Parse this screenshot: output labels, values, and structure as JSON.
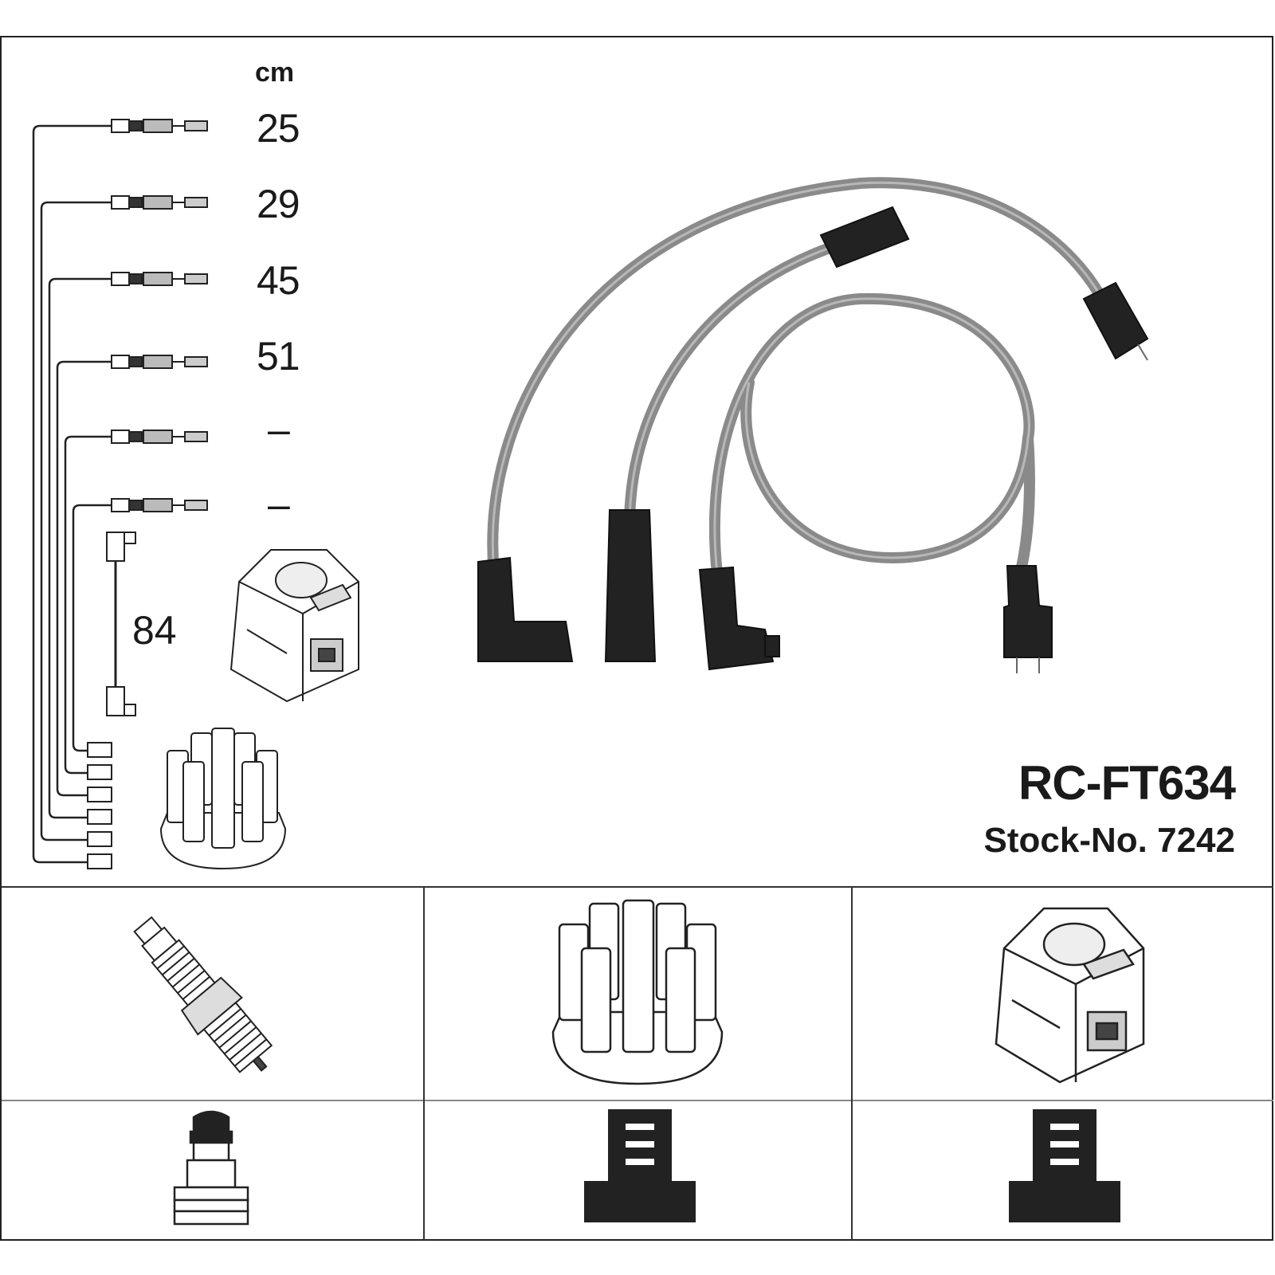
{
  "header": {
    "unit": "cm"
  },
  "lead_lengths": [
    "25",
    "29",
    "45",
    "51",
    "–",
    "–"
  ],
  "coil_lead_length": "84",
  "product": {
    "part_number": "RC-FT634",
    "stock_prefix": "Stock-No.",
    "stock_number": "7242"
  },
  "components": [
    {
      "name": "spark-plug",
      "icon": "spark-plug-icon"
    },
    {
      "name": "distributor-cap",
      "icon": "distributor-cap-icon"
    },
    {
      "name": "ignition-coil",
      "icon": "ignition-coil-icon"
    }
  ],
  "terminals": [
    {
      "name": "spark-plug-terminal",
      "icon": "plug-terminal-icon"
    },
    {
      "name": "distributor-terminal",
      "icon": "tower-terminal-icon"
    },
    {
      "name": "coil-terminal",
      "icon": "tower-terminal-icon"
    }
  ],
  "colors": {
    "cable": "#8a8a8a",
    "boot": "#222222",
    "line": "#333333"
  }
}
